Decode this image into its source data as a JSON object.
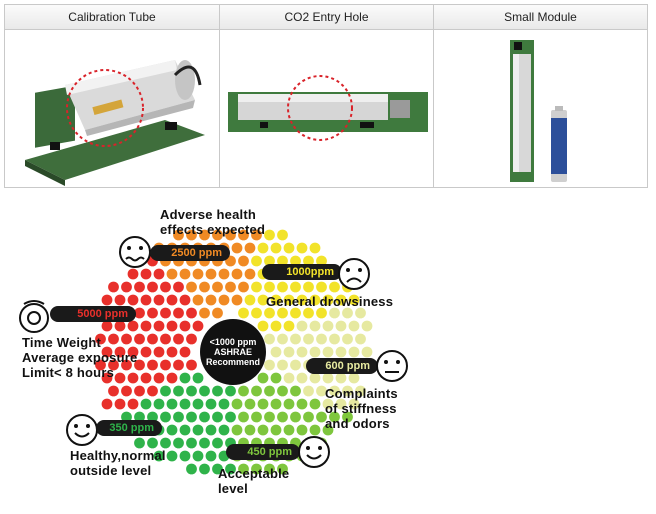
{
  "photos": [
    {
      "caption": "Calibration Tube"
    },
    {
      "caption": "CO2 Entry Hole"
    },
    {
      "caption": "Small Module"
    }
  ],
  "infographic": {
    "center": {
      "line1": "<1000 ppm",
      "line2": "ASHRAE",
      "line3": "Recommend"
    },
    "levels": [
      {
        "ppm": "2500 ppm",
        "label_l1": "Adverse health",
        "label_l2": "effects expected",
        "color": "#f08a24"
      },
      {
        "ppm": "1000ppm",
        "label_l1": "General drowsiness",
        "color": "#f2e32a"
      },
      {
        "ppm": "5000 ppm",
        "label_l1": "Time Weight",
        "label_l2": "Average exposure",
        "label_l3": "Limit< 8 hours",
        "color": "#e8302b"
      },
      {
        "ppm": "600 ppm",
        "label_l1": "Complaints",
        "label_l2": "of stiffness",
        "label_l3": "and odors",
        "color": "#e6e9a0"
      },
      {
        "ppm": "350 ppm",
        "label_l1": "Healthy,normal",
        "label_l2": "outside level",
        "color": "#2fb34a"
      },
      {
        "ppm": "450 ppm",
        "label_l1": "Acceptable",
        "label_l2": "level",
        "color": "#7ec63d"
      }
    ]
  }
}
